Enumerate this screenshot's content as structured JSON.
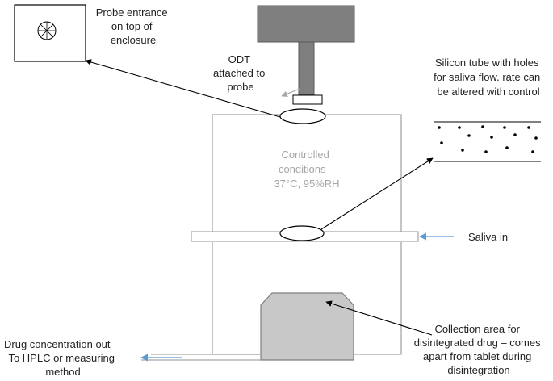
{
  "labels": {
    "probe_entrance": [
      "Probe entrance",
      "on top of",
      "enclosure"
    ],
    "odt": [
      "ODT",
      "attached to",
      "probe"
    ],
    "silicon_tube": [
      "Silicon tube with holes",
      "for saliva flow. rate can",
      "be altered with control"
    ],
    "controlled": [
      "Controlled",
      "conditions -",
      "37°C, 95%RH"
    ],
    "saliva_in": "Saliva in",
    "collection": [
      "Collection area for",
      "disintegrated drug – comes",
      "apart from tablet during",
      "disintegration"
    ],
    "drug_out": [
      "Drug concentration out –",
      "To HPLC or measuring",
      "method"
    ]
  },
  "colors": {
    "probe_fill": "#7f7f7f",
    "collection_fill": "#c8c8c8",
    "enclosure_stroke": "#a6a6a6",
    "flow_arrow": "#5b9bd5",
    "grey_text": "#a6a6a6"
  }
}
